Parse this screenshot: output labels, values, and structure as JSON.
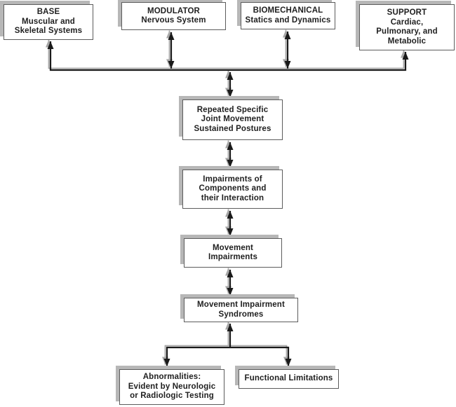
{
  "colors": {
    "background": "#ffffff",
    "box_fill": "#ffffff",
    "box_border": "#5c5c5c",
    "box_shadow": "#b7b7b7",
    "text": "#1f1f1f",
    "line": "#1a1a1a",
    "line_echo": "#a6a6a6"
  },
  "diagram": {
    "nodes": [
      {
        "id": "base",
        "lines": [
          "BASE",
          "Muscular and",
          "Skeletal Systems"
        ]
      },
      {
        "id": "modulator",
        "lines": [
          "MODULATOR",
          "Nervous System"
        ]
      },
      {
        "id": "biomechanical",
        "lines": [
          "BIOMECHANICAL",
          "Statics and Dynamics"
        ]
      },
      {
        "id": "support",
        "lines": [
          "SUPPORT",
          "Cardiac,",
          "Pulmonary, and",
          "Metabolic"
        ]
      },
      {
        "id": "repeated-specific",
        "lines": [
          "Repeated Specific",
          "Joint Movement",
          "Sustained Postures"
        ]
      },
      {
        "id": "impairments-components",
        "lines": [
          "Impairments of",
          "Components and",
          "their Interaction"
        ]
      },
      {
        "id": "movement-impairments",
        "lines": [
          "Movement",
          "Impairments"
        ]
      },
      {
        "id": "movement-impairment-syndromes",
        "lines": [
          "Movement Impairment",
          "Syndromes"
        ]
      },
      {
        "id": "abnormalities",
        "lines": [
          "Abnormalities:",
          "Evident by Neurologic",
          "or Radiologic Testing"
        ]
      },
      {
        "id": "functional-limitations",
        "lines": [
          "Functional Limitations"
        ]
      }
    ],
    "edges": [
      {
        "from": "system-bus",
        "to": "base",
        "arrows": "to"
      },
      {
        "from": "modulator",
        "to": "system-bus",
        "arrows": "both"
      },
      {
        "from": "biomechanical",
        "to": "system-bus",
        "arrows": "both"
      },
      {
        "from": "system-bus",
        "to": "support",
        "arrows": "to"
      },
      {
        "from": "system-bus",
        "to": "repeated-specific",
        "arrows": "both"
      },
      {
        "from": "repeated-specific",
        "to": "impairments-components",
        "arrows": "both"
      },
      {
        "from": "impairments-components",
        "to": "movement-impairments",
        "arrows": "both"
      },
      {
        "from": "movement-impairments",
        "to": "movement-impairment-syndromes",
        "arrows": "both"
      },
      {
        "from": "movement-impairment-syndromes",
        "to": "branch-bus",
        "arrows": "from"
      },
      {
        "from": "branch-bus",
        "to": "abnormalities",
        "arrows": "to"
      },
      {
        "from": "branch-bus",
        "to": "functional-limitations",
        "arrows": "to"
      }
    ]
  }
}
